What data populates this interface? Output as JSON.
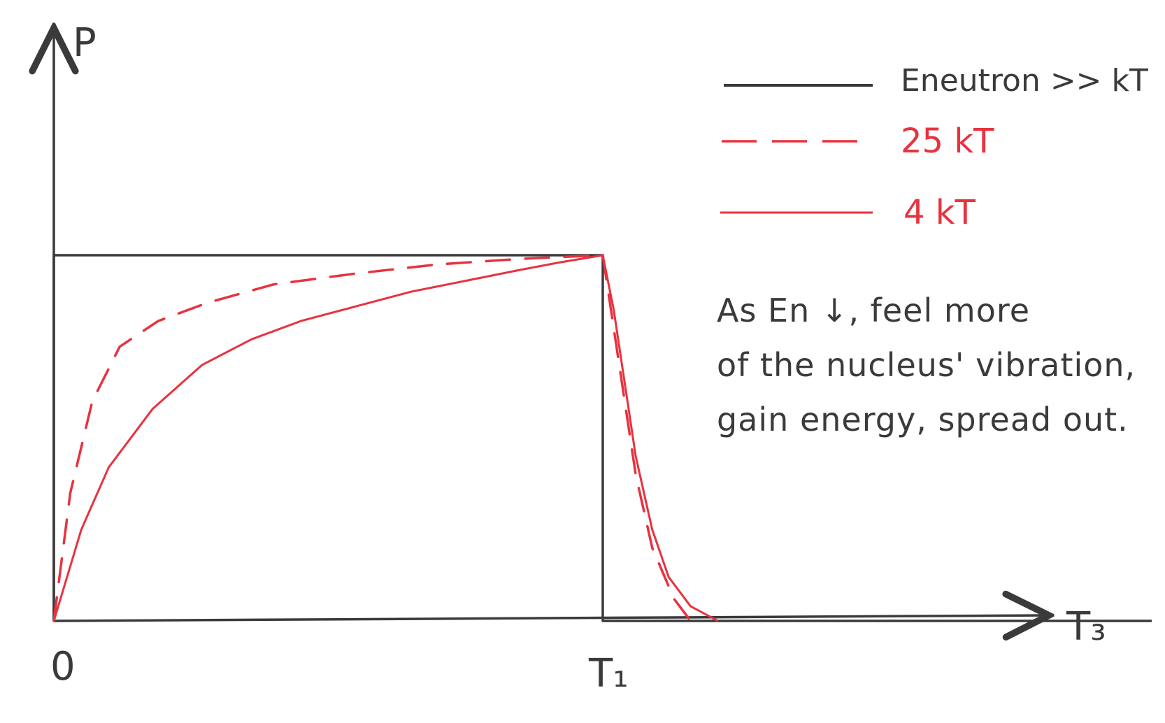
{
  "chart_data": {
    "type": "line",
    "title": "",
    "xlabel": "T₃",
    "ylabel": "P",
    "origin_label": "0",
    "x_tick_labels": [
      {
        "x": 1.0,
        "label": "T₁"
      }
    ],
    "xlim": [
      0,
      2.0
    ],
    "ylim": [
      0,
      1.0
    ],
    "grid": false,
    "legend_position": "top-right",
    "series": [
      {
        "name": "Eneutron >> kT",
        "color": "#3a3a3a",
        "style": "solid",
        "x": [
          0,
          0,
          1.0,
          1.0,
          2.0
        ],
        "y": [
          0,
          1.0,
          1.0,
          0,
          0
        ]
      },
      {
        "name": "25 kT",
        "color": "#e8323f",
        "style": "dashed",
        "x": [
          0,
          0.03,
          0.07,
          0.12,
          0.19,
          0.28,
          0.4,
          0.55,
          0.7,
          0.85,
          1.0,
          1.02,
          1.04,
          1.06,
          1.09,
          1.13,
          1.16
        ],
        "y": [
          0,
          0.35,
          0.6,
          0.75,
          0.82,
          0.87,
          0.92,
          0.95,
          0.975,
          0.99,
          1.0,
          0.8,
          0.6,
          0.4,
          0.2,
          0.06,
          0
        ]
      },
      {
        "name": "4 kT",
        "color": "#e8323f",
        "style": "solid",
        "x": [
          0,
          0.05,
          0.1,
          0.18,
          0.27,
          0.36,
          0.45,
          0.55,
          0.65,
          0.75,
          0.85,
          0.92,
          1.0,
          1.02,
          1.04,
          1.06,
          1.09,
          1.12,
          1.16,
          1.21
        ],
        "y": [
          0,
          0.25,
          0.42,
          0.58,
          0.7,
          0.77,
          0.82,
          0.86,
          0.9,
          0.93,
          0.96,
          0.98,
          1.0,
          0.85,
          0.65,
          0.45,
          0.25,
          0.12,
          0.04,
          0
        ]
      }
    ]
  },
  "annotation": {
    "lines": [
      "As En ↓, feel more",
      "of the nucleus' vibration,",
      "gain energy, spread out."
    ]
  }
}
